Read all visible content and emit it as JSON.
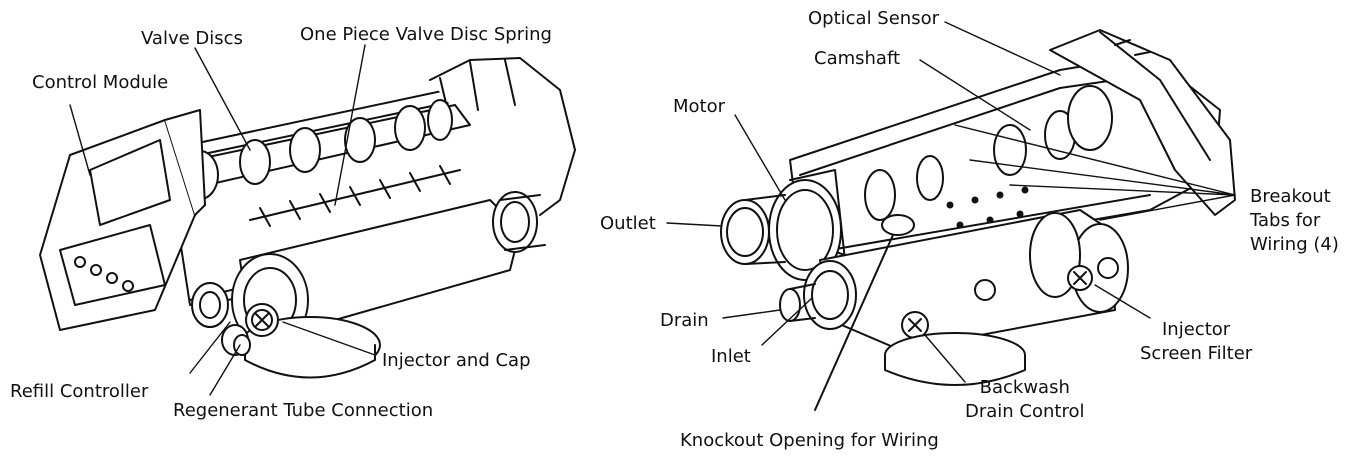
{
  "left_figure": {
    "labels": {
      "control_module": "Control Module",
      "valve_discs": "Valve Discs",
      "valve_disc_spring": "One Piece Valve Disc Spring",
      "refill_controller": "Refill Controller",
      "regenerant_tube": "Regenerant Tube Connection",
      "injector_cap": "Injector and Cap"
    }
  },
  "right_figure": {
    "labels": {
      "optical_sensor": "Optical Sensor",
      "camshaft": "Camshaft",
      "motor": "Motor",
      "outlet": "Outlet",
      "breakout_line1": "Breakout",
      "breakout_line2": "Tabs for",
      "breakout_line3": "Wiring (4)",
      "drain": "Drain",
      "inlet": "Inlet",
      "injector_line1": "Injector",
      "injector_line2": "Screen Filter",
      "backwash_line1": "Backwash",
      "backwash_line2": "Drain Control",
      "knockout": "Knockout Opening for Wiring"
    }
  },
  "colors": {
    "line": "#111111",
    "fill_light": "#ffffff",
    "shade": "#d9d9d9"
  }
}
